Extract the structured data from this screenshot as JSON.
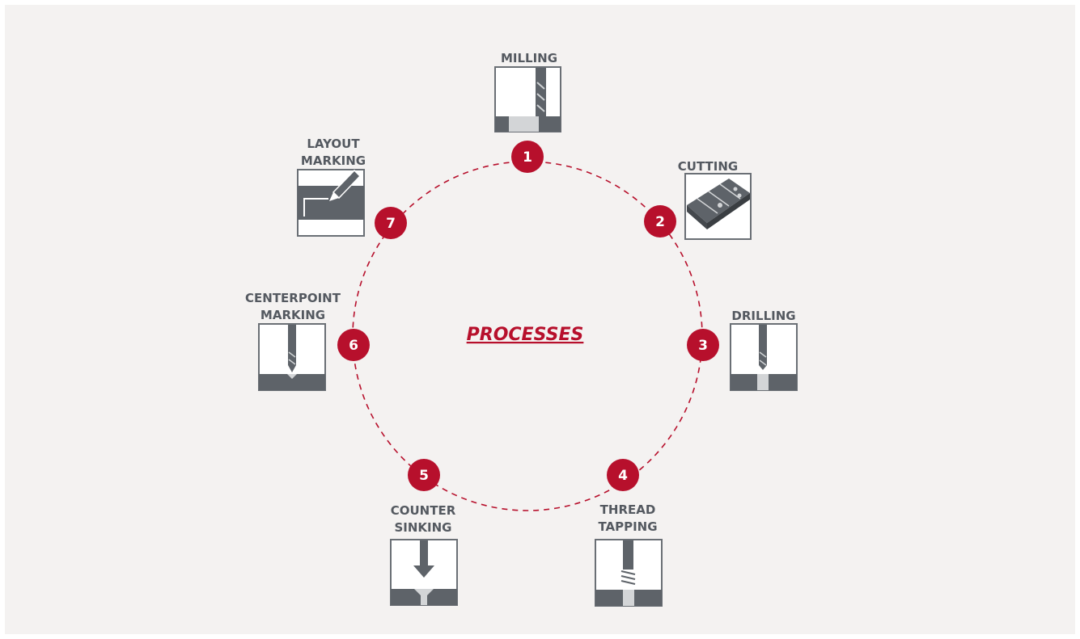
{
  "title": "PROCESSES",
  "colors": {
    "accent": "#b7102c",
    "label": "#545960",
    "icon_dark": "#5e6369",
    "background": "#f4f2f1"
  },
  "steps": [
    {
      "number": "1",
      "label_lines": [
        "MILLING"
      ],
      "icon": "milling-icon"
    },
    {
      "number": "2",
      "label_lines": [
        "CUTTING"
      ],
      "icon": "cutting-icon"
    },
    {
      "number": "3",
      "label_lines": [
        "DRILLING"
      ],
      "icon": "drilling-icon"
    },
    {
      "number": "4",
      "label_lines": [
        "THREAD",
        "TAPPING"
      ],
      "icon": "thread-tapping-icon"
    },
    {
      "number": "5",
      "label_lines": [
        "COUNTER",
        "SINKING"
      ],
      "icon": "counter-sinking-icon"
    },
    {
      "number": "6",
      "label_lines": [
        "CENTERPOINT",
        "MARKING"
      ],
      "icon": "centerpoint-marking-icon"
    },
    {
      "number": "7",
      "label_lines": [
        "LAYOUT",
        "MARKING"
      ],
      "icon": "layout-marking-icon"
    }
  ]
}
